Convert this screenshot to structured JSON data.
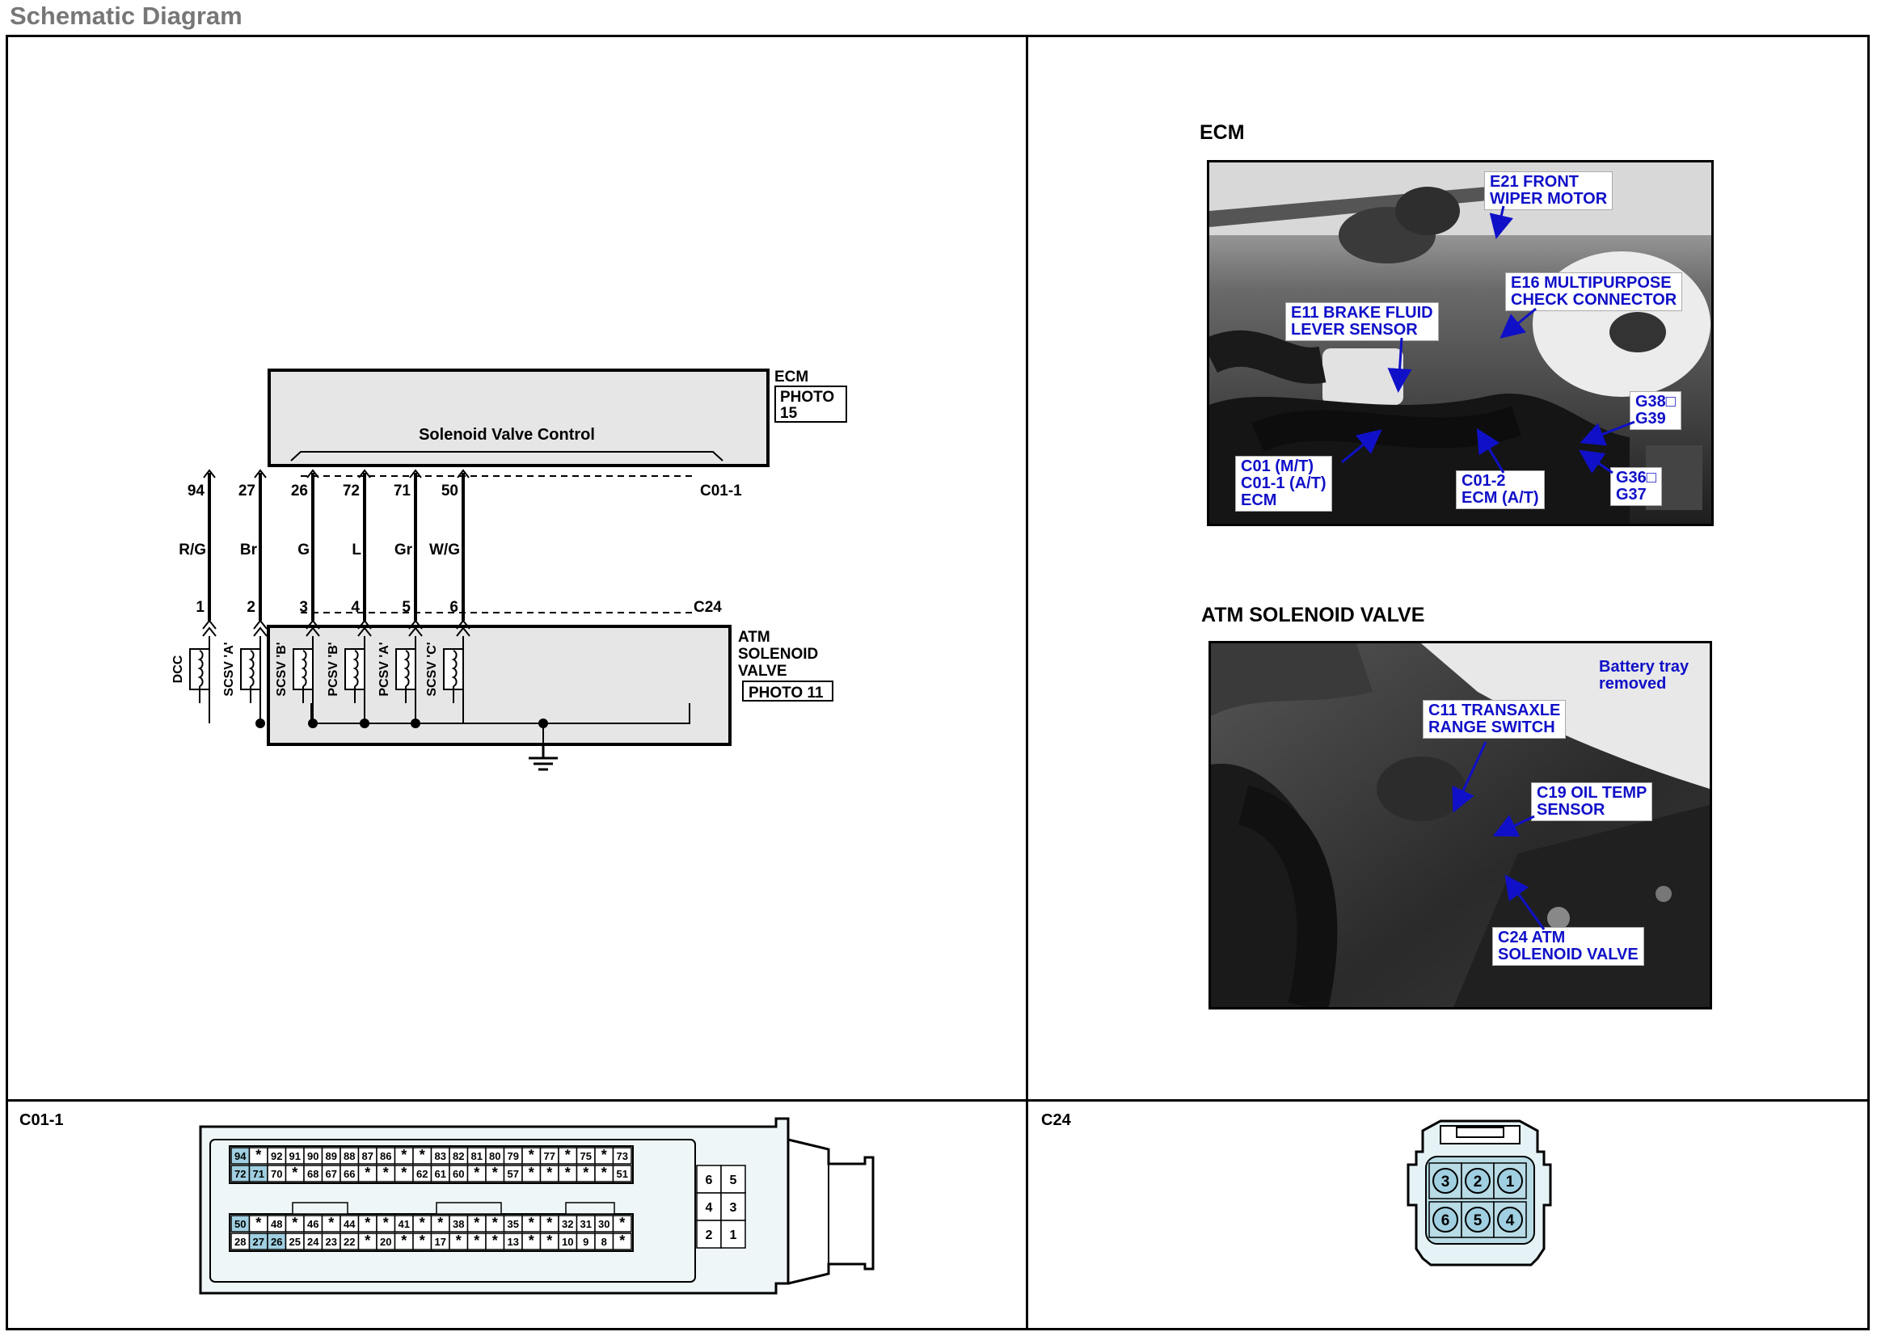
{
  "header": {
    "title": "Schematic Diagram"
  },
  "schematic": {
    "ecm_label": "ECM",
    "ecm_photo": "PHOTO\n15",
    "bus_label": "Solenoid Valve Control",
    "ecm_connector": "C01-1",
    "valve_connector": "C24",
    "valve_label": "ATM\nSOLENOID\nVALVE",
    "valve_photo": "PHOTO 11",
    "wires": [
      {
        "ecm_pin": "94",
        "color": "R/G",
        "valve_pin": "1",
        "solenoid": "DCC"
      },
      {
        "ecm_pin": "27",
        "color": "Br",
        "valve_pin": "2",
        "solenoid": "SCSV 'A'"
      },
      {
        "ecm_pin": "26",
        "color": "G",
        "valve_pin": "3",
        "solenoid": "SCSV 'B'"
      },
      {
        "ecm_pin": "72",
        "color": "L",
        "valve_pin": "4",
        "solenoid": "PCSV 'B'"
      },
      {
        "ecm_pin": "71",
        "color": "Gr",
        "valve_pin": "5",
        "solenoid": "PCSV 'A'"
      },
      {
        "ecm_pin": "50",
        "color": "W/G",
        "valve_pin": "6",
        "solenoid": "SCSV 'C'"
      }
    ]
  },
  "photos": {
    "ecm": {
      "title": "ECM",
      "callouts": [
        "E21 FRONT\nWIPER MOTOR",
        "E16 MULTIPURPOSE\nCHECK CONNECTOR",
        "E11 BRAKE FLUID\nLEVER SENSOR",
        "G38□\nG39",
        "C01 (M/T)\nC01-1 (A/T)\nECM",
        "C01-2\nECM (A/T)",
        "G36□\nG37"
      ]
    },
    "atm": {
      "title": "ATM SOLENOID VALVE",
      "callouts": [
        "Battery tray\nremoved",
        "C11 TRANSAXLE\nRANGE SWITCH",
        "C19 OIL TEMP\nSENSOR",
        "C24 ATM\nSOLENOID VALVE"
      ]
    }
  },
  "connectors": {
    "c01": {
      "label": "C01-1",
      "rows": [
        [
          "94",
          "*",
          "92",
          "91",
          "90",
          "89",
          "88",
          "87",
          "86",
          "*",
          "*",
          "83",
          "82",
          "81",
          "80",
          "79",
          "*",
          "77",
          "*",
          "75",
          "*",
          "73"
        ],
        [
          "72",
          "71",
          "70",
          "*",
          "68",
          "67",
          "66",
          "*",
          "*",
          "*",
          "62",
          "61",
          "60",
          "*",
          "*",
          "57",
          "*",
          "*",
          "*",
          "*",
          "*",
          "51"
        ],
        [
          "50",
          "*",
          "48",
          "*",
          "46",
          "*",
          "44",
          "*",
          "*",
          "41",
          "*",
          "*",
          "38",
          "*",
          "*",
          "35",
          "*",
          "*",
          "32",
          "31",
          "30",
          "*"
        ],
        [
          "28",
          "27",
          "26",
          "25",
          "24",
          "23",
          "22",
          "*",
          "20",
          "*",
          "*",
          "17",
          "*",
          "*",
          "*",
          "13",
          "*",
          "*",
          "10",
          "9",
          "8",
          "*"
        ]
      ],
      "highlighted": [
        "94",
        "72",
        "71",
        "50",
        "27",
        "26"
      ],
      "side_pins": [
        [
          "6",
          "5"
        ],
        [
          "4",
          "3"
        ],
        [
          "2",
          "1"
        ]
      ]
    },
    "c24": {
      "label": "C24",
      "pins_top": [
        "3",
        "2",
        "1"
      ],
      "pins_bottom": [
        "6",
        "5",
        "4"
      ]
    }
  }
}
